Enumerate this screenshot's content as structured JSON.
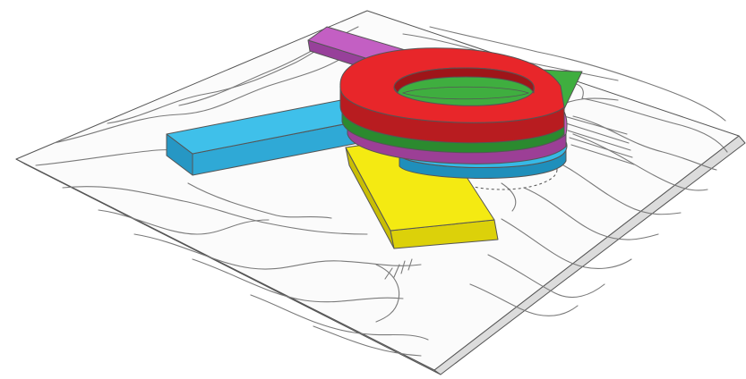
{
  "figure": {
    "subject": "terrain-site-model-with-stacked-ring-building",
    "colors": {
      "background": "#ffffff",
      "terrain_top": "#fbfbfb",
      "terrain_side": "#e6e6e6",
      "contour_line": "#7a7a7a",
      "outline": "#555555",
      "ring_red": "#e8262a",
      "ring_red_side": "#b81c20",
      "ring_green": "#3fae3f",
      "ring_green_side": "#2b8a2f",
      "ring_magenta": "#c85cc0",
      "ring_magenta_side": "#9c3f96",
      "ring_cyan": "#36b9e6",
      "ring_cyan_side": "#1f8fbb",
      "wing_cyan": "#3fc0ea",
      "wing_cyan_side": "#2697c4",
      "wing_yellow": "#f4ea12",
      "wing_yellow_side": "#c9be05",
      "wing_magenta": "#c35fc3",
      "wing_magenta_side": "#97409a"
    },
    "elements": [
      "terrain-base",
      "contour-lines",
      "wing-magenta",
      "wing-cyan",
      "wing-yellow",
      "ring-cyan",
      "ring-magenta",
      "ring-green",
      "ring-red"
    ]
  }
}
